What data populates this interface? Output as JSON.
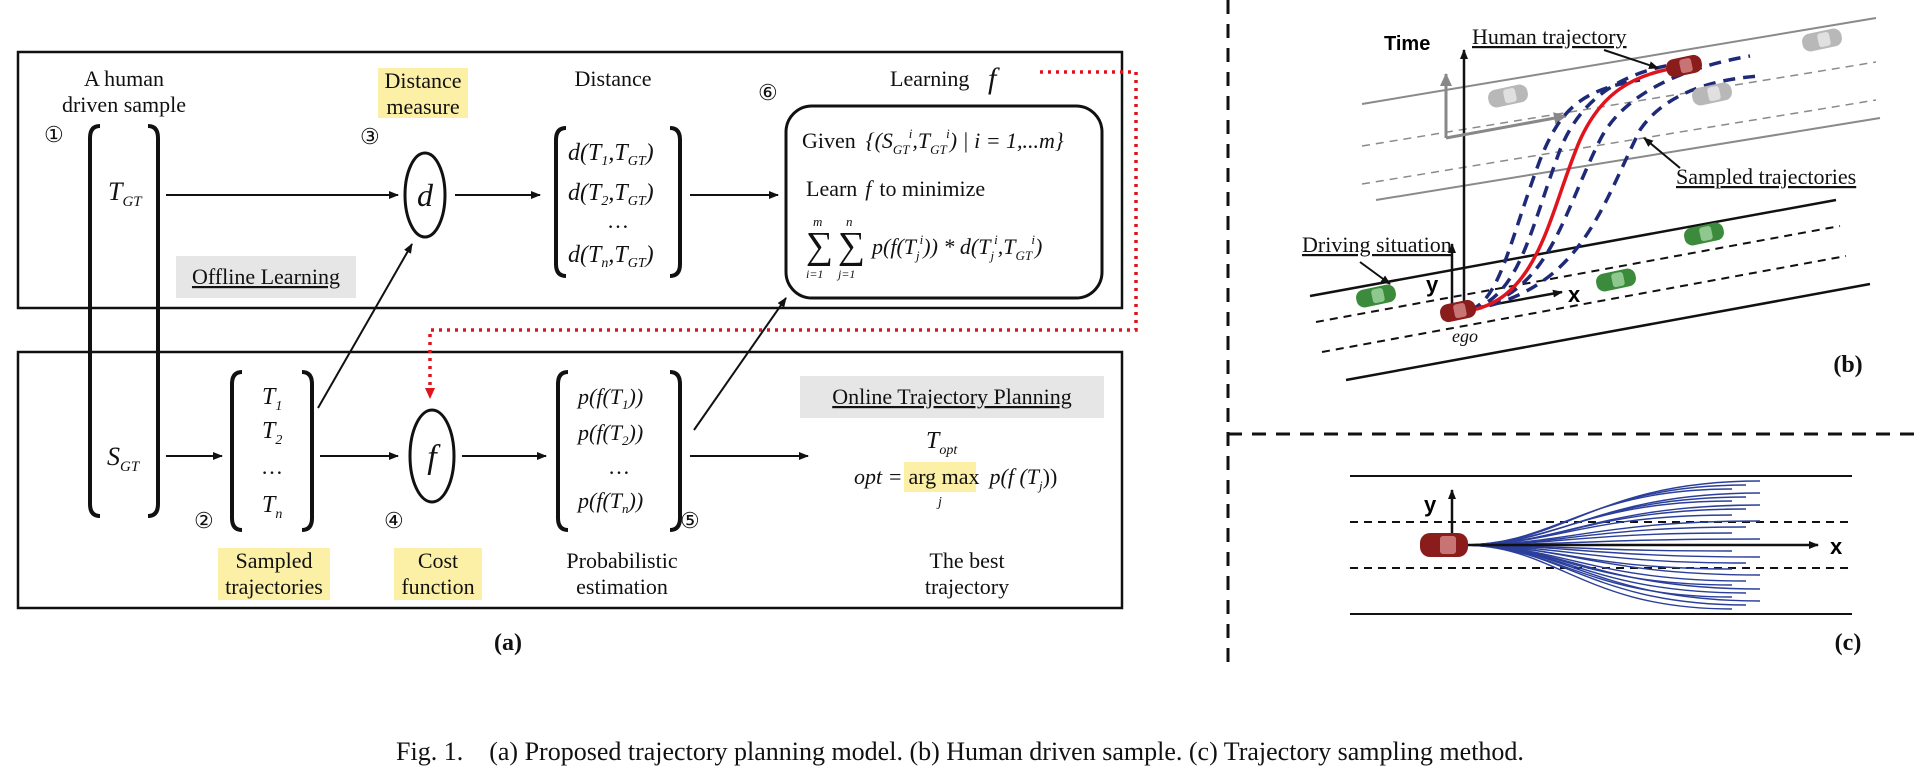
{
  "colors": {
    "accent_red": "#e0141c",
    "navy": "#1e2a78",
    "link_blue": "#1f2ea8",
    "highlight_yellow": "#fbf0a6",
    "label_gray_bg": "#e6e6e6",
    "traj_blue": "#2b3f9a"
  },
  "panel_a": {
    "top_box": {
      "col1": {
        "marker": "①",
        "title_line1": "A human",
        "title_line2": "driven sample"
      },
      "col1_var": "T",
      "col1_var_sub": "GT",
      "distance_header_line1": "Distance",
      "distance_header_line2": "measure",
      "marker3": "③",
      "d_symbol": "d",
      "distance_title": "Distance",
      "distance_vector": [
        "d(T",
        "d(T",
        "…",
        "d(T"
      ],
      "marker6": "⑥",
      "learning_label": "Learning",
      "learning_symbol": "f",
      "given_text": "Given",
      "given_set": "{(S",
      "learn_text": "Learn",
      "learn_f": "f",
      "learn_suffix": "to minimize",
      "offline_label": "Offline Learning"
    },
    "bottom_box": {
      "col1_var": "S",
      "col1_var_sub": "GT",
      "sampled_vector": [
        "T",
        "T",
        "…",
        "T"
      ],
      "sampled_subs": [
        "1",
        "2",
        "",
        "n"
      ],
      "marker2": "②",
      "sampled_label_line1": "Sampled",
      "sampled_label_line2": "trajectories",
      "f_symbol": "f",
      "marker4": "④",
      "cost_label_line1": "Cost",
      "cost_label_line2": "function",
      "prob_vector": [
        "p(f(T",
        "p(f(T",
        "…",
        "p(f(T"
      ],
      "prob_subs": [
        "1",
        "2",
        "",
        "n"
      ],
      "marker5": "⑤",
      "prob_label_line1": "Probabilistic",
      "prob_label_line2": "estimation",
      "online_label": "Online Trajectory Planning",
      "t_opt": "T",
      "t_opt_sub": "opt",
      "opt_lhs": "opt =",
      "argmax": "arg max",
      "argmax_sub": "j",
      "opt_rhs": "p(f (T",
      "opt_rhs_sub": "j",
      "best_label_line1": "The best",
      "best_label_line2": "trajectory"
    },
    "caption": "(a)"
  },
  "panel_b": {
    "time_label": "Time",
    "human_traj_label": "Human trajectory",
    "sampled_traj_label": "Sampled trajectories",
    "driving_situation_label": "Driving situation",
    "x_axis": "x",
    "y_axis": "y",
    "ego_label": "ego",
    "caption": "(b)"
  },
  "panel_c": {
    "x_axis": "x",
    "y_axis": "y",
    "caption": "(c)"
  },
  "figure_caption": "Fig. 1.    (a) Proposed trajectory planning model. (b) Human driven sample. (c) Trajectory sampling method."
}
